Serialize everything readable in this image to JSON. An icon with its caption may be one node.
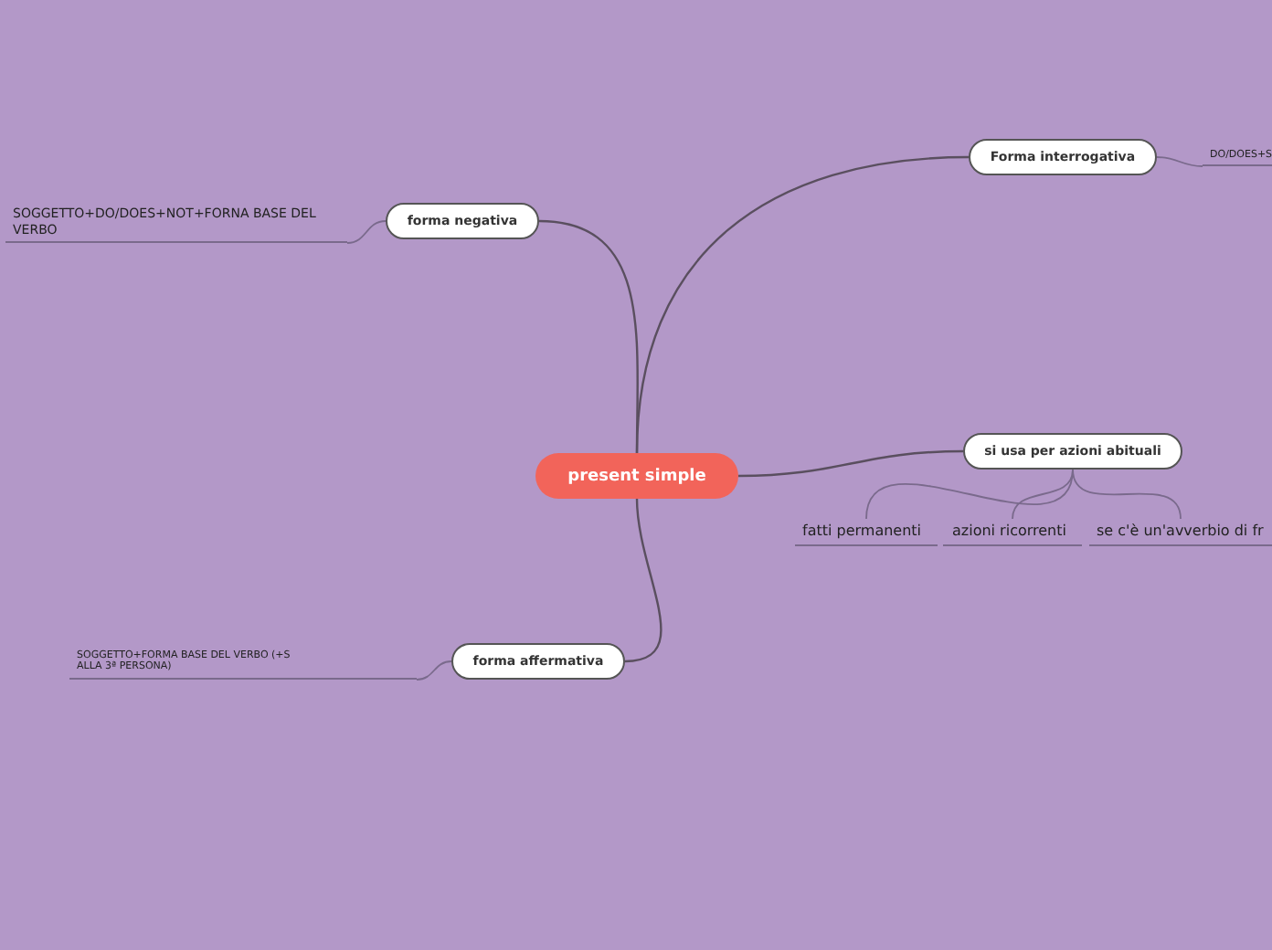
{
  "diagram": {
    "nodes": [
      {
        "text": [
          "present simple"
        ]
      },
      {
        "text": [
          "Forma interrogativa"
        ]
      },
      {
        "text": [
          "DO/DOES+S"
        ]
      },
      {
        "text": [
          "forma negativa"
        ]
      },
      {
        "text": [
          "SOGGETTO+DO/DOES+NOT+FORNA BASE DEL VERBO"
        ]
      },
      {
        "text": [
          "si usa per azioni abituali"
        ]
      },
      {
        "text": [
          "fatti permanenti"
        ]
      },
      {
        "text": [
          "azioni ricorrenti"
        ]
      },
      {
        "text": [
          "se c'è un'avverbio di fr"
        ]
      },
      {
        "text": [
          "forma affermativa"
        ]
      },
      {
        "text": [
          "SOGGETTO+FORMA BASE DEL VERBO (+S ALLA 3ª PERSONA)"
        ]
      }
    ],
    "edges": [
      {
        "from": 0,
        "to": 1,
        "arrow": "none"
      },
      {
        "from": 1,
        "to": 2,
        "arrow": "none"
      },
      {
        "from": 0,
        "to": 3,
        "arrow": "none"
      },
      {
        "from": 3,
        "to": 4,
        "arrow": "none"
      },
      {
        "from": 0,
        "to": 5,
        "arrow": "none"
      },
      {
        "from": 5,
        "to": 6,
        "arrow": "none"
      },
      {
        "from": 5,
        "to": 7,
        "arrow": "none"
      },
      {
        "from": 5,
        "to": 8,
        "arrow": "none"
      },
      {
        "from": 0,
        "to": 9,
        "arrow": "none"
      },
      {
        "from": 9,
        "to": 10,
        "arrow": "none"
      }
    ]
  }
}
